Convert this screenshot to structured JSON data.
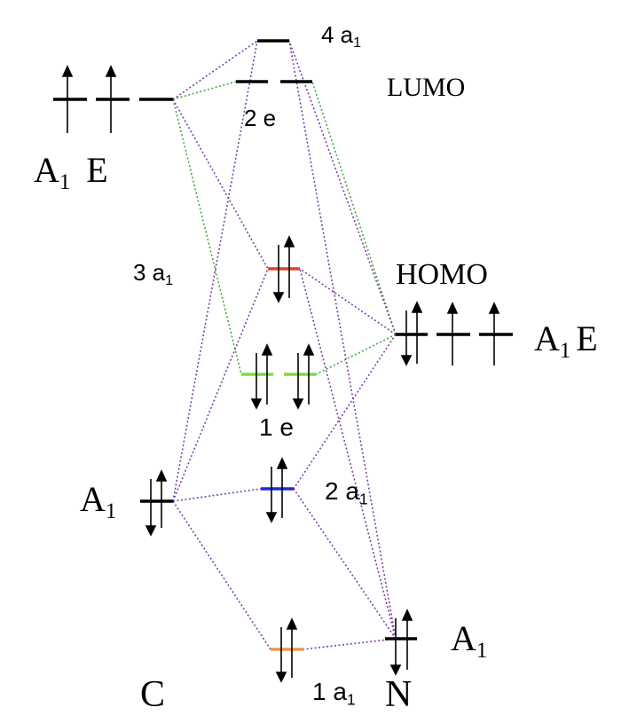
{
  "diagram": {
    "left_atom": {
      "name": "C",
      "upper_sym_a": "A",
      "upper_sym_sub": "1",
      "upper_sym_e": "E",
      "lower_sym": "A",
      "lower_sym_sub": "1"
    },
    "right_atom": {
      "name": "N",
      "upper_sym_a": "A",
      "upper_sym_sub": "1",
      "upper_sym_e": "E",
      "lower_sym": "A",
      "lower_sym_sub": "1"
    },
    "molecular_orbitals": {
      "mo_4a1": {
        "num": "4 a",
        "sub": "1"
      },
      "mo_2e": {
        "num": "2 e",
        "sub": ""
      },
      "mo_3a1": {
        "num": "3 a",
        "sub": "1"
      },
      "mo_1e": {
        "num": "1 e",
        "sub": ""
      },
      "mo_2a1": {
        "num": "2 a",
        "sub": "1"
      },
      "mo_1a1": {
        "num": "1 a",
        "sub": "1"
      }
    },
    "frontier": {
      "lumo": "LUMO",
      "homo": "HOMO"
    },
    "colors": {
      "level_black": "#000000",
      "mo_3a1": "#d9442b",
      "mo_1e": "#7ddc3a",
      "mo_2a1": "#1a2bd6",
      "mo_1a1": "#e89a4a",
      "link_purple": "#7a3fa8",
      "link_green": "#3faa3f"
    }
  }
}
